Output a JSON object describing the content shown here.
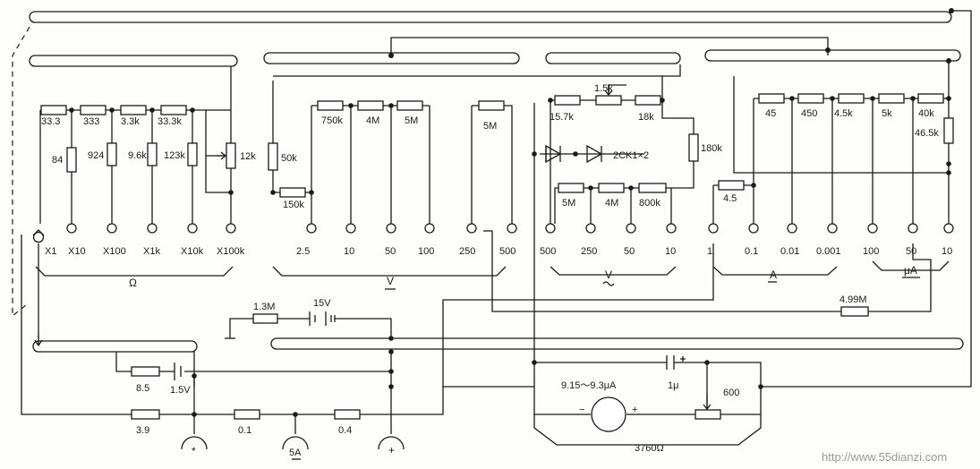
{
  "ohm_labels": {
    "r_33_3": "33.3",
    "r_333": "333",
    "r_3_3k": "3.3k",
    "r_33_3k": "33.3k",
    "r_84": "84",
    "r_924": "924",
    "r_9_6k": "9.6k",
    "r_123k": "123k",
    "r_12k": "12k"
  },
  "ohm_terminals": [
    "X1",
    "X10",
    "X100",
    "X1k",
    "X10k",
    "X100k"
  ],
  "ohm_group": "Ω",
  "dcv_labels": {
    "r_50k": "50k",
    "r_150k": "150k",
    "r_750k": "750k",
    "r_4m": "4M",
    "r_5m_a": "5M",
    "r_5m_b": "5M"
  },
  "dcv_terminals": [
    "2.5",
    "10",
    "50",
    "100",
    "250",
    "500"
  ],
  "dcv_group": "V",
  "acv_labels": {
    "r_1_5k": "1.5k",
    "r_15_7k": "15.7k",
    "r_18k": "18k",
    "diodes": "2CK1×2",
    "r_180k": "180k",
    "r_5m": "5M",
    "r_4m": "4M",
    "r_800k": "800k"
  },
  "acv_terminals": [
    "500",
    "250",
    "50",
    "10"
  ],
  "acv_group": "V",
  "ma_labels": {
    "r_4_5": "4.5"
  },
  "ma_terminals": [
    "1",
    "0.1",
    "0.01",
    "0.001"
  ],
  "ma_group": "A",
  "ua_labels": {
    "r_45": "45",
    "r_450": "450",
    "r_4_5k": "4.5k",
    "r_5k": "5k",
    "r_40k": "40k",
    "r_46_5k": "46.5k"
  },
  "ua_terminals": [
    "100",
    "50",
    "10"
  ],
  "ua_group": "μA",
  "lower_labels": {
    "r_4_99m": "4.99M",
    "r_1_3m": "1.3M",
    "batt_15v": "15V",
    "r_8_5": "8.5",
    "batt_1_5v": "1.5V",
    "r_3_9": "3.9",
    "r_0_1": "0.1",
    "r_0_4": "0.4",
    "meter": "9.15～9.3μA",
    "cap": "1μ",
    "pot_600": "600",
    "meter_minus": "−",
    "meter_plus": "+",
    "total": "3760Ω"
  },
  "jacks": {
    "common": "*",
    "amp": "5A",
    "plus": "+"
  },
  "watermark": "http://www.55dianzi.com"
}
